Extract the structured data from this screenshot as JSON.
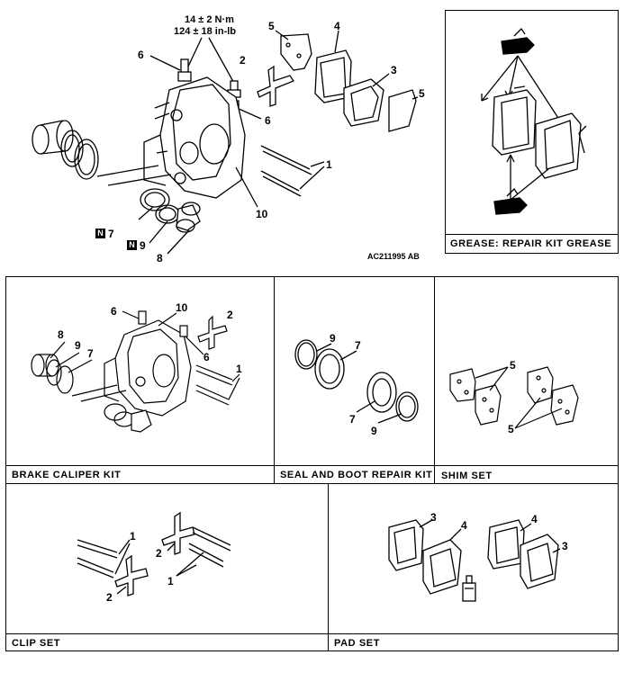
{
  "torque": {
    "line1": "14 ± 2 N·m",
    "line2": "124 ± 18 in-lb"
  },
  "figure_code": "AC211995 AB",
  "main_callouts": {
    "c6a": "6",
    "c5a": "5",
    "c4": "4",
    "c2": "2",
    "c3": "3",
    "c5b": "5",
    "c6b": "6",
    "c1": "1",
    "c10": "10",
    "c7": "7",
    "c9": "9",
    "c8": "8",
    "n7": "N",
    "n9": "N"
  },
  "grease_box": {
    "caption": "GREASE: REPAIR KIT GREASE"
  },
  "kits": {
    "brake_caliper": {
      "caption": "BRAKE CALIPER KIT",
      "c6": "6",
      "c10": "10",
      "c2": "2",
      "c8": "8",
      "c9": "9",
      "c7": "7",
      "c6b": "6",
      "c1": "1"
    },
    "seal_boot": {
      "caption": "SEAL AND BOOT REPAIR KIT",
      "c9a": "9",
      "c7a": "7",
      "c7b": "7",
      "c9b": "9"
    },
    "shim": {
      "caption": "SHIM SET",
      "c5a": "5",
      "c5b": "5"
    },
    "clip": {
      "caption": "CLIP SET",
      "c1a": "1",
      "c2a": "2",
      "c1b": "1",
      "c2b": "2"
    },
    "pad": {
      "caption": "PAD SET",
      "c3a": "3",
      "c4a": "4",
      "c4b": "4",
      "c3b": "3"
    }
  }
}
